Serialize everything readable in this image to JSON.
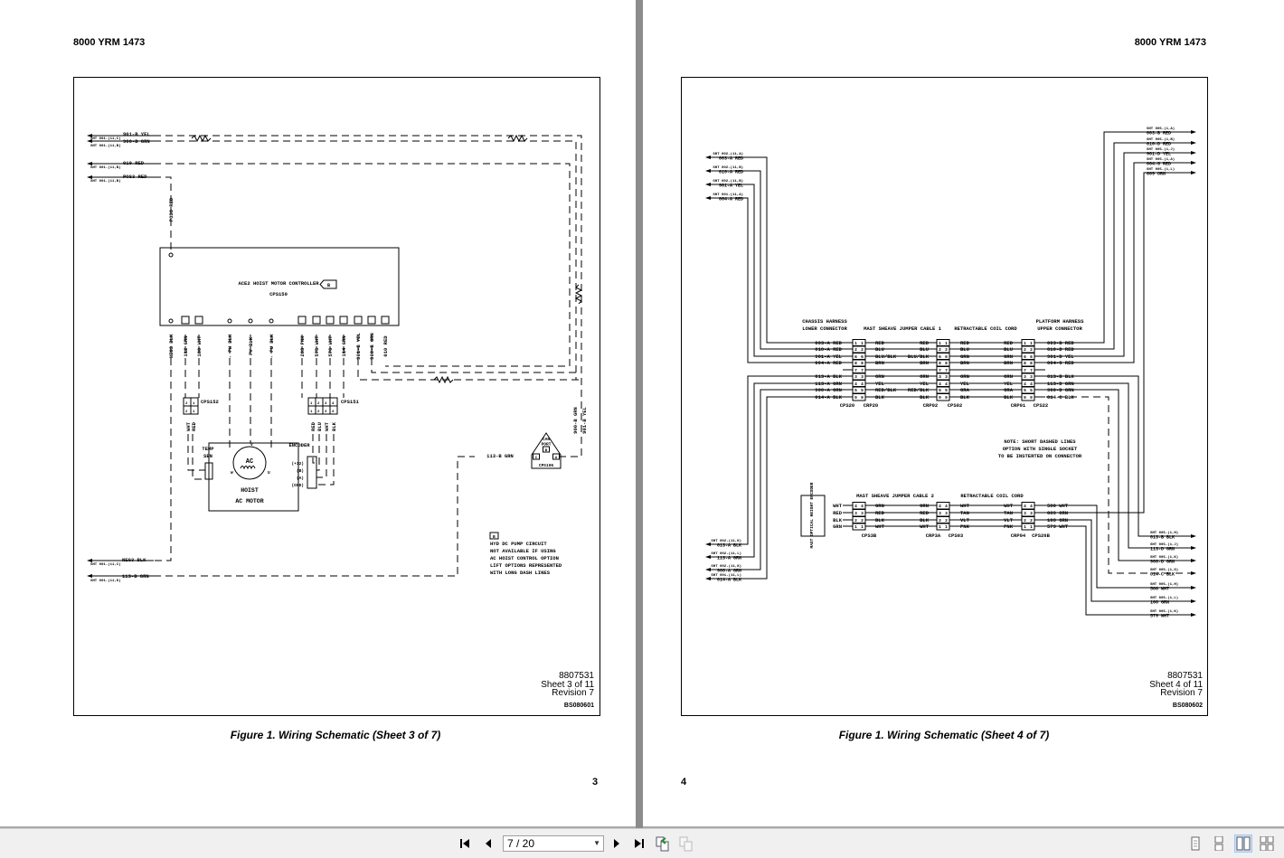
{
  "left_page": {
    "header": "8000 YRM 1473",
    "caption": "Figure 1. Wiring Schematic (Sheet 3 of 7)",
    "page_number": "3",
    "drawing_number": "8807531",
    "sheet": "Sheet 3 of 11",
    "revision": "Revision 7",
    "drawing_id": "BS080601",
    "labels": [
      "901-B YEL",
      "900-B GRN",
      "SHT 001-(11,C)",
      "SHT 001-(11,B)",
      "010 RED",
      "SHT 001-(11,B)",
      "POS3 RED",
      "SHT 001-(11,B)",
      "POS3 RED",
      "ACE2 HOIST MOTOR CONTROLLER",
      "CPS150",
      "B",
      "NEG3 BLK",
      "112 GRN",
      "100 WHT",
      "- PW BLK",
      "PV BLK",
      "- PU BLK",
      "203 PNK",
      "575 WHT",
      "576 WHT",
      "114 GRN",
      "901-B YEL",
      "900-B GRN",
      "010 RED",
      "CPS152",
      "CPS151",
      "WHT",
      "RED",
      "RED",
      "BLU",
      "WHT",
      "BLK",
      "TEMP",
      "SEN",
      "ENCODER",
      "(+12)",
      "(B)",
      "(A)",
      "(GND)",
      "AC",
      "V",
      "W",
      "U",
      "HOIST",
      "AC MOTOR",
      "113-B GRN",
      "CAN",
      "PORT",
      "CPS106",
      "900-B GRN",
      "901-B YEL",
      "B",
      "HYD DC PUMP CIRCUIT",
      "NOT AVAILABLE IF USING",
      "AC HOIST CONTROL OPTION",
      "LIFT OPTIONS REPRESENTED",
      "WITH LONG DASH LINES",
      "NEG3 BLK",
      "SHT 001-(11,C)",
      "113-B GRN",
      "SHT 001-(11,K)",
      "2",
      "1",
      "2",
      "1",
      "1",
      "2",
      "3",
      "4",
      "1",
      "2",
      "3",
      "4",
      "B",
      "C",
      "A"
    ]
  },
  "right_page": {
    "header": "8000 YRM 1473",
    "caption": "Figure 1. Wiring Schematic (Sheet 4 of 7)",
    "page_number": "4",
    "drawing_number": "8807531",
    "sheet": "Sheet 4 of 11",
    "revision": "Revision 7",
    "drawing_id": "BS080602",
    "harness1": {
      "headers": [
        "CHASSIS HARNESS",
        "LOWER CONNECTOR",
        "MAST SHEAVE JUMPER CABLE 1",
        "RETRACTABLE COIL CORD",
        "PLATFORM HARNESS",
        "UPPER CONNECTOR"
      ],
      "rows": [
        [
          "003-A RED",
          "1",
          "RED",
          "RED",
          "1",
          "RED",
          "RED",
          "1",
          "003-B RED"
        ],
        [
          "010-A RED",
          "2",
          "BLU",
          "BLU",
          "2",
          "BLU",
          "BLU",
          "2",
          "010-D RED"
        ],
        [
          "901-A YEL",
          "6",
          "BLU/BLK",
          "BLU/BLK",
          "6",
          "GRN",
          "GRN",
          "6",
          "901-D YEL"
        ],
        [
          "004-A RED",
          "8",
          "BRN",
          "BRN",
          "8",
          "BRN",
          "BRN",
          "8",
          "004-G RED"
        ],
        [
          "",
          "7",
          "",
          "",
          "7",
          "",
          "",
          "7",
          ""
        ],
        [
          "013-A BLK",
          "3",
          "ORN",
          "ORN",
          "3",
          "ORN",
          "ORN",
          "3",
          "013-B BLK"
        ],
        [
          "113-A GRN",
          "4",
          "YEL",
          "YEL",
          "4",
          "YEL",
          "YEL",
          "4",
          "113-D GRN"
        ],
        [
          "900-A GRN",
          "5",
          "RED/BLK",
          "RED/BLK",
          "5",
          "GRA",
          "GRA",
          "5",
          "900-D GRN"
        ],
        [
          "014-A BLK",
          "9",
          "BLK",
          "BLK",
          "9",
          "BLK",
          "BLK",
          "9",
          "014-C BLK"
        ]
      ],
      "connector_labels": [
        "CPS20",
        "CRP20",
        "CRP02",
        "CPS02",
        "CRP01",
        "CPS22"
      ]
    },
    "note": [
      "NOTE: SHORT DASHED LINES",
      "OPTION WITH SINGLE SOCKET",
      "TO BE INSTERTED ON CONNECTOR"
    ],
    "harness2": {
      "encoder_label": "MAST OPTICAL HEIGHT ENCODER",
      "headers": [
        "MAST SHEAVE JUMPER CABLE 2",
        "RETRACTABLE COIL CORD"
      ],
      "rows": [
        [
          "WHT",
          "4",
          "GRN",
          "GRN",
          "4",
          "WHT",
          "WHT",
          "4",
          "580 WHT"
        ],
        [
          "RED",
          "3",
          "RED",
          "RED",
          "3",
          "TAN",
          "TAN",
          "3",
          "089 ORN"
        ],
        [
          "BLK",
          "2",
          "BLK",
          "BLK",
          "2",
          "VLT",
          "VLT",
          "2",
          "108 GRN"
        ],
        [
          "GRN",
          "1",
          "WHT",
          "WHT",
          "1",
          "PNK",
          "PNK",
          "1",
          "579 WHT"
        ]
      ],
      "connector_labels": [
        "CPS3B",
        "CRP3A",
        "CPS03",
        "CRP04",
        "CPS26B"
      ]
    },
    "refs_top_left": [
      {
        "ref": "SHT 002-(11,A)",
        "wire": "003-A RED"
      },
      {
        "ref": "SHT 002-(11,B)",
        "wire": "010-A RED"
      },
      {
        "ref": "SHT 002-(11,B)",
        "wire": "901-A YEL"
      },
      {
        "ref": "SHT 001-(11,A)",
        "wire": "004-A RED"
      }
    ],
    "refs_top_right": [
      {
        "ref": "SHT 005-(1,A)",
        "wire": "003-B RED"
      },
      {
        "ref": "SHT 005-(1,B)",
        "wire": "010-D RED"
      },
      {
        "ref": "SHT 005-(1,J)",
        "wire": "901-D YEL"
      },
      {
        "ref": "SHT 005-(1,A)",
        "wire": "004-G RED"
      },
      {
        "ref": "SHT 005-(1,L)",
        "wire": "009 ORN"
      }
    ],
    "refs_bottom_left": [
      {
        "ref": "SHT 002-(11,K)",
        "wire": "013-A BLK"
      },
      {
        "ref": "SHT 002-(11,L)",
        "wire": "113-A GRN"
      },
      {
        "ref": "SHT 002-(11,K)",
        "wire": "900-A GRN"
      },
      {
        "ref": "SHT 001-(11,L)",
        "wire": "014-A BLK"
      }
    ],
    "refs_bottom_right": [
      {
        "ref": "SHT 005-(1,H)",
        "wire": "013-B BLK"
      },
      {
        "ref": "SHT 005-(1,J)",
        "wire": "113-D GRN"
      },
      {
        "ref": "SHT 005-(1,K)",
        "wire": "900-D GRN"
      },
      {
        "ref": "SHT 005-(1,G)",
        "wire": "014-C BLK"
      },
      {
        "ref": "SHT 005-(1,H)",
        "wire": "580 WHT"
      },
      {
        "ref": "SHT 005-(1,L)",
        "wire": "108 GRN"
      },
      {
        "ref": "SHT 005-(1,K)",
        "wire": "579 WHT"
      }
    ]
  },
  "toolbar": {
    "page_input": "7 / 20",
    "icons": [
      "first-page-icon",
      "previous-page-icon",
      "next-page-icon",
      "last-page-icon",
      "previous-view-icon",
      "next-view-icon",
      "single-page-icon",
      "continuous-page-icon",
      "facing-pages-icon",
      "continuous-facing-icon"
    ],
    "active_view": "facing-pages",
    "accent_color": "#cde0f5"
  }
}
